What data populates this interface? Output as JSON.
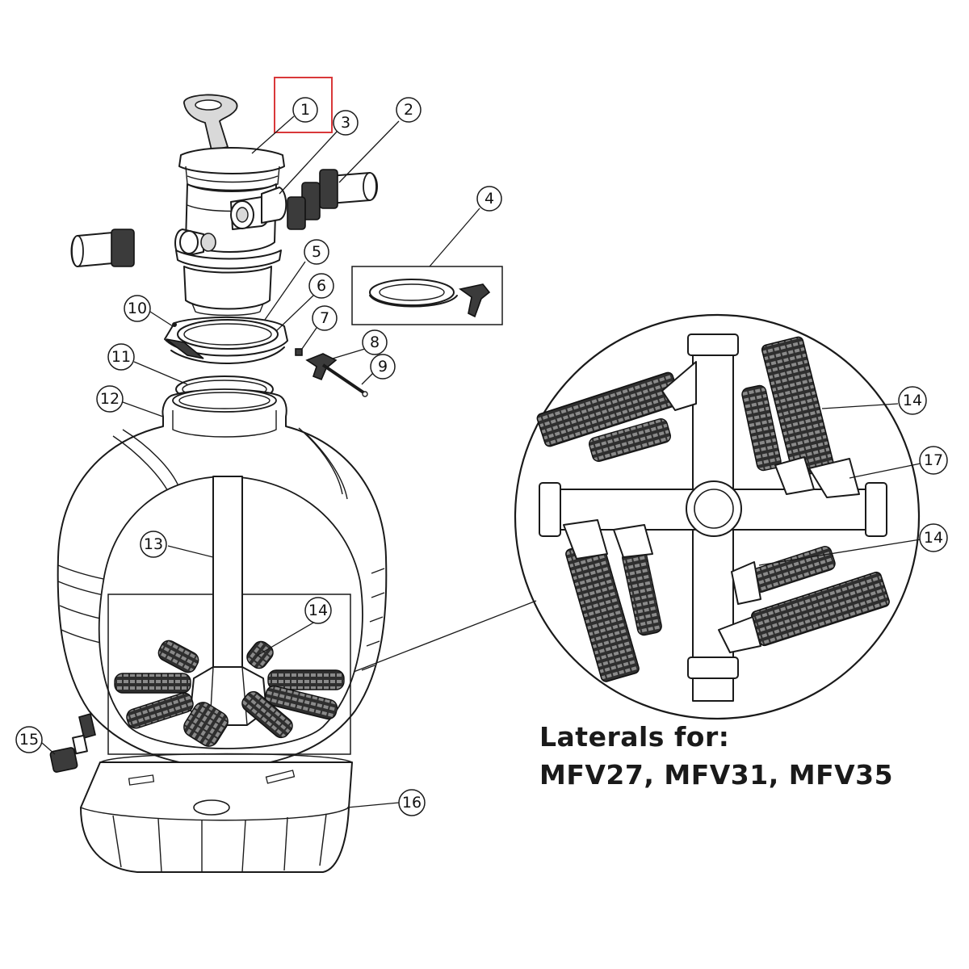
{
  "caption": {
    "line1": "Laterals for:",
    "line2": "MFV27, MFV31, MFV35"
  },
  "callouts": {
    "c1": "1",
    "c2": "2",
    "c3": "3",
    "c4": "4",
    "c5": "5",
    "c6": "6",
    "c7": "7",
    "c8": "8",
    "c9": "9",
    "c10": "10",
    "c11": "11",
    "c12": "12",
    "c13": "13",
    "c14a": "14",
    "c14b": "14",
    "c14c": "14",
    "c15": "15",
    "c16": "16",
    "c17": "17"
  },
  "highlight_color": "#d9383a"
}
